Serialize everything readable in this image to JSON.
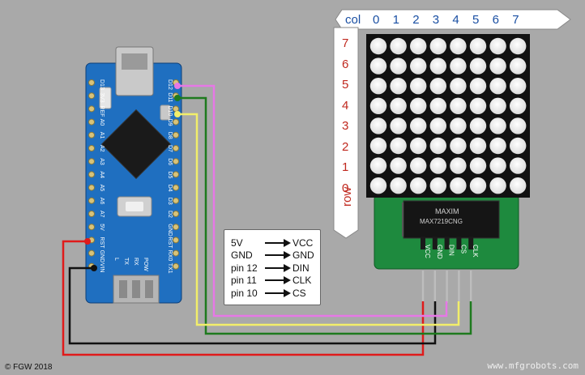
{
  "matrix": {
    "col_label": "col",
    "col_numbers": [
      "0",
      "1",
      "2",
      "3",
      "4",
      "5",
      "6",
      "7"
    ],
    "row_label": "row",
    "row_numbers": [
      "7",
      "6",
      "5",
      "4",
      "3",
      "2",
      "1",
      "0"
    ],
    "chip_text": [
      "MAXIM",
      "MAX7219CNG"
    ],
    "pin_labels": [
      "VCC",
      "GND",
      "DIN",
      "CS",
      "CLK"
    ]
  },
  "wiring": [
    {
      "from": "5V",
      "to": "VCC"
    },
    {
      "from": "GND",
      "to": "GND"
    },
    {
      "from": "pin 12",
      "to": "DIN"
    },
    {
      "from": "pin 11",
      "to": "CLK"
    },
    {
      "from": "pin 10",
      "to": "CS"
    }
  ],
  "arduino": {
    "left_pins": [
      "D13",
      "3V3",
      "REF",
      "A0",
      "A1",
      "A2",
      "A3",
      "A4",
      "A5",
      "A6",
      "A7",
      "5V",
      "RST",
      "GND",
      "VIN"
    ],
    "right_pins": [
      "D12",
      "D11",
      "D10",
      "D9",
      "D8",
      "D7",
      "D6",
      "D5",
      "D4",
      "D3",
      "D2",
      "GND",
      "RST",
      "RX0",
      "TX1"
    ],
    "board_labels": [
      "L",
      "TX",
      "RX",
      "POW"
    ]
  },
  "wire_colors": {
    "vcc": "#e01b1b",
    "gnd": "#111111",
    "din": "#e678e6",
    "clk": "#1e7a1e",
    "cs": "#f2ee6a"
  },
  "footer": {
    "copyright": "© FGW 2018",
    "site": "www.mfgrobots.com"
  }
}
